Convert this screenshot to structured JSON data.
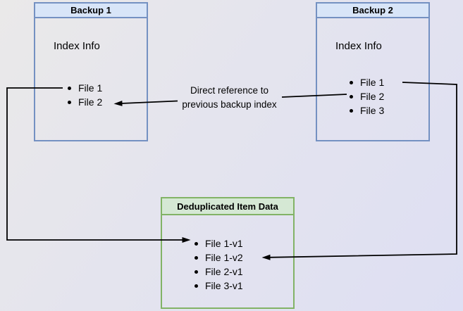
{
  "backup1": {
    "title": "Backup 1",
    "subtitle": "Index Info",
    "items": [
      "File 1",
      "File 2"
    ]
  },
  "backup2": {
    "title": "Backup 2",
    "subtitle": "Index Info",
    "items": [
      "File 1",
      "File 2",
      "File 3"
    ]
  },
  "dedup": {
    "title": "Deduplicated Item Data",
    "items": [
      "File 1-v1",
      "File 1-v2",
      "File 2-v1",
      "File 3-v1"
    ]
  },
  "annotation": {
    "line1": "Direct reference to",
    "line2": "previous backup index"
  },
  "colors": {
    "blue_fill": "#d8e5f8",
    "blue_border": "#7491c2",
    "green_fill": "#d5e8d4",
    "green_border": "#82b366",
    "arrow": "#000000"
  }
}
